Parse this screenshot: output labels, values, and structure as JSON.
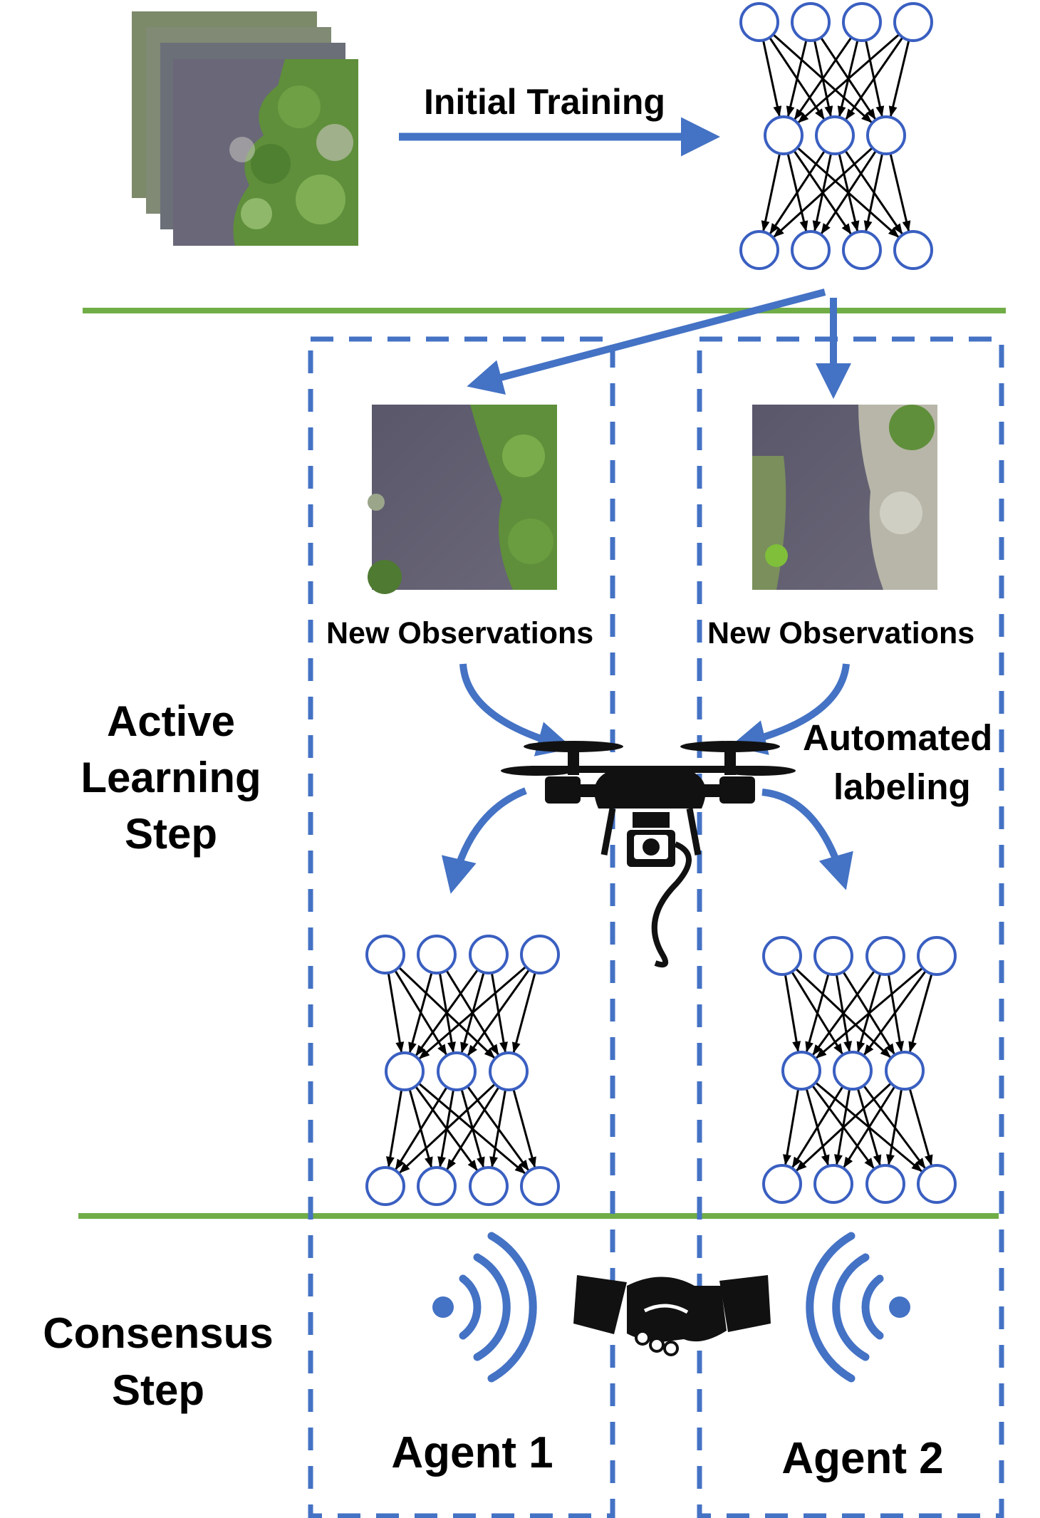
{
  "labels": {
    "initial_training": "Initial Training",
    "new_observations_1": "New Observations",
    "new_observations_2": "New Observations",
    "active_learning_line1": "Active",
    "active_learning_line2": "Learning",
    "active_learning_line3": "Step",
    "automated_line1": "Automated",
    "automated_line2": "labeling",
    "consensus_line1": "Consensus",
    "consensus_line2": "Step",
    "agent1": "Agent 1",
    "agent2": "Agent 2"
  },
  "colors": {
    "arrow_blue": "#4472c4",
    "node_blue": "#3a5fc1",
    "dashed_blue": "#4472c4",
    "divider_green": "#70ad47",
    "water": "#5d5a6e",
    "vegetation": "#5f8f3a",
    "icon_black": "#111111"
  },
  "icons": {
    "drone": "drone-icon",
    "handshake": "handshake-icon",
    "signal_left": "wireless-signal-icon",
    "signal_right": "wireless-signal-icon"
  }
}
